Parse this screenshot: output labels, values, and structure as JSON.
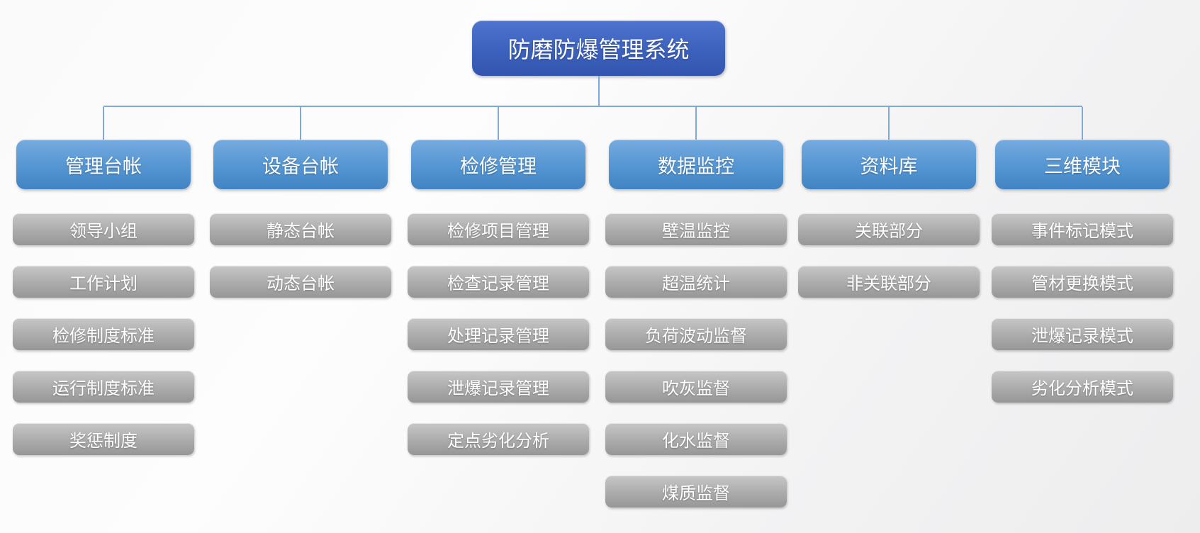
{
  "root": {
    "label": "防磨防爆管理系统"
  },
  "columns": [
    {
      "label": "管理台帐",
      "items": [
        "领导小组",
        "工作计划",
        "检修制度标准",
        "运行制度标准",
        "奖惩制度"
      ]
    },
    {
      "label": "设备台帐",
      "items": [
        "静态台帐",
        "动态台帐"
      ]
    },
    {
      "label": "检修管理",
      "items": [
        "检修项目管理",
        "检查记录管理",
        "处理记录管理",
        "泄爆记录管理",
        "定点劣化分析"
      ]
    },
    {
      "label": "数据监控",
      "items": [
        "壁温监控",
        "超温统计",
        "负荷波动监督",
        "吹灰监督",
        "化水监督",
        "煤质监督"
      ]
    },
    {
      "label": "资料库",
      "items": [
        "关联部分",
        "非关联部分"
      ]
    },
    {
      "label": "三维模块",
      "items": [
        "事件标记模式",
        "管材更换模式",
        "泄爆记录模式",
        "劣化分析模式"
      ]
    }
  ],
  "colors": {
    "root_top": "#4f74ce",
    "root_mid": "#3c61bd",
    "root_bottom": "#3355ae",
    "branch_top": "#76abdf",
    "branch_mid": "#5495d2",
    "branch_bottom": "#4284c3",
    "item_top": "#c7c7c7",
    "item_mid": "#ababab",
    "item_bottom": "#979797",
    "connector": "#7fa9da",
    "text": "#ffffff"
  }
}
